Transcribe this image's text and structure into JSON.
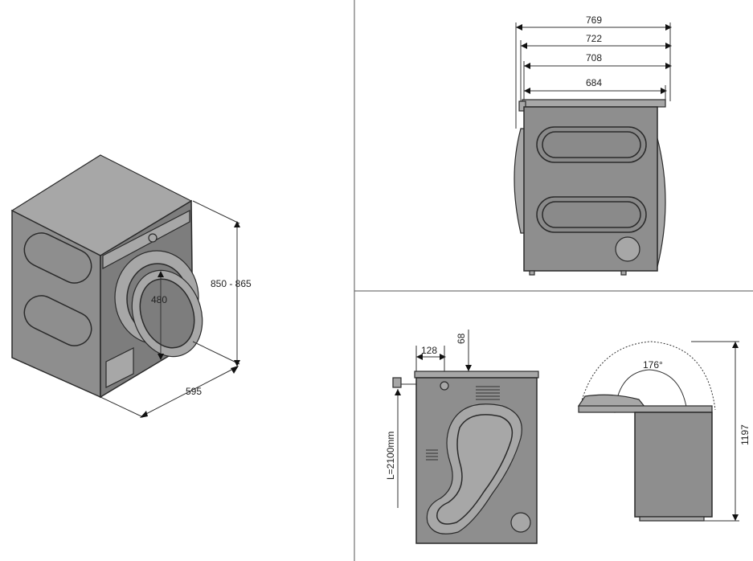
{
  "dimensions": {
    "height": "850 - 865",
    "width": "595",
    "door_opening": "480",
    "depth_total": "769",
    "depth_722": "722",
    "depth_708": "708",
    "depth_684": "684",
    "hose_offset": "128",
    "hose_height": "68",
    "hose_length": "L=2100mm",
    "door_angle": "176°",
    "open_height": "1197"
  }
}
